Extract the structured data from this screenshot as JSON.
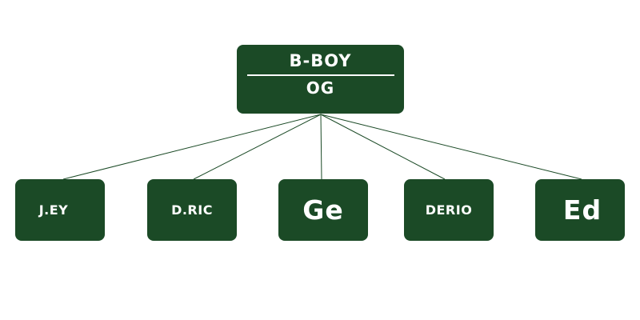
{
  "org_chart": {
    "root": {
      "title": "B-BOY",
      "subtitle": "OG"
    },
    "children": [
      {
        "label": "J.EY"
      },
      {
        "label": "D.RIC"
      },
      {
        "label": "Ge"
      },
      {
        "label": "DERIO"
      },
      {
        "label": "Ed"
      }
    ],
    "colors": {
      "node_fill": "#1b4a26",
      "node_text": "#ffffff",
      "connector": "#1b4a26",
      "background": "#ffffff"
    }
  }
}
